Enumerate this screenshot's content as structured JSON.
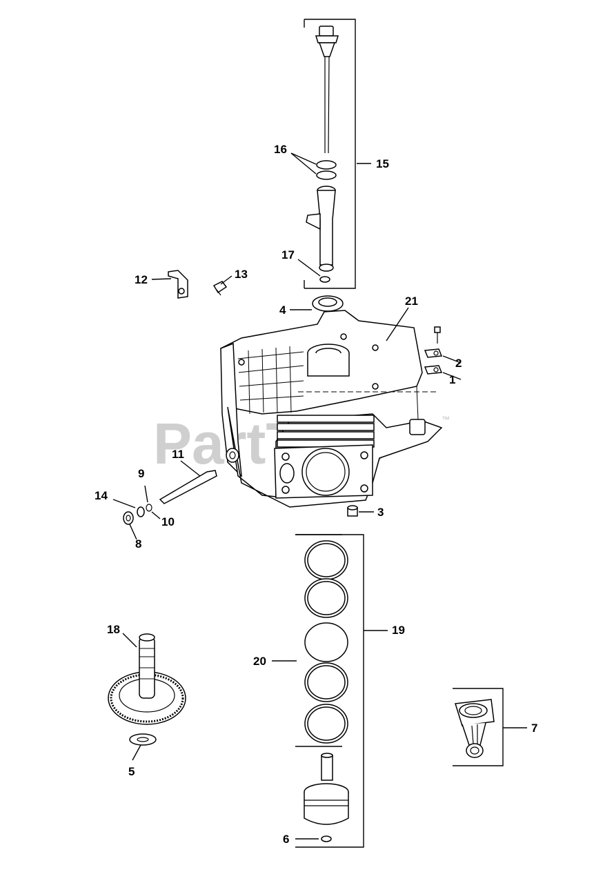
{
  "watermark": {
    "text": "PartTree",
    "trademark": "™"
  },
  "callouts": {
    "c1": "1",
    "c2": "2",
    "c3": "3",
    "c4": "4",
    "c5": "5",
    "c6": "6",
    "c7": "7",
    "c8": "8",
    "c9": "9",
    "c10": "10",
    "c11": "11",
    "c12": "12",
    "c13": "13",
    "c14": "14",
    "c15": "15",
    "c16": "16",
    "c17": "17",
    "c18": "18",
    "c19": "19",
    "c20": "20",
    "c21": "21"
  }
}
